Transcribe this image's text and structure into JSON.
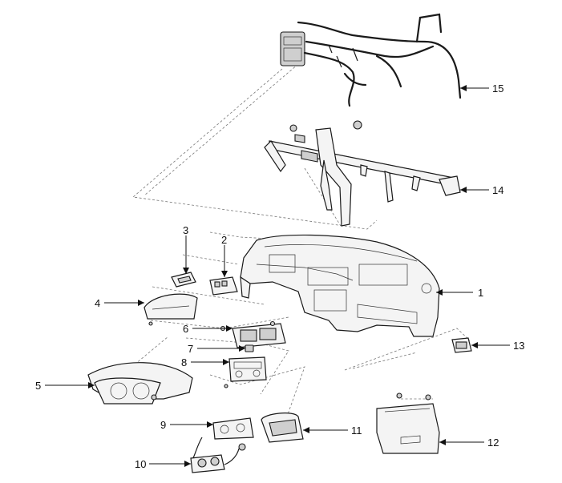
{
  "callouts": [
    {
      "id": 1,
      "label": "1"
    },
    {
      "id": 2,
      "label": "2"
    },
    {
      "id": 3,
      "label": "3"
    },
    {
      "id": 4,
      "label": "4"
    },
    {
      "id": 5,
      "label": "5"
    },
    {
      "id": 6,
      "label": "6"
    },
    {
      "id": 7,
      "label": "7"
    },
    {
      "id": 8,
      "label": "8"
    },
    {
      "id": 9,
      "label": "9"
    },
    {
      "id": 10,
      "label": "10"
    },
    {
      "id": 11,
      "label": "11"
    },
    {
      "id": 12,
      "label": "12"
    },
    {
      "id": 13,
      "label": "13"
    },
    {
      "id": 14,
      "label": "14"
    },
    {
      "id": 15,
      "label": "15"
    }
  ]
}
